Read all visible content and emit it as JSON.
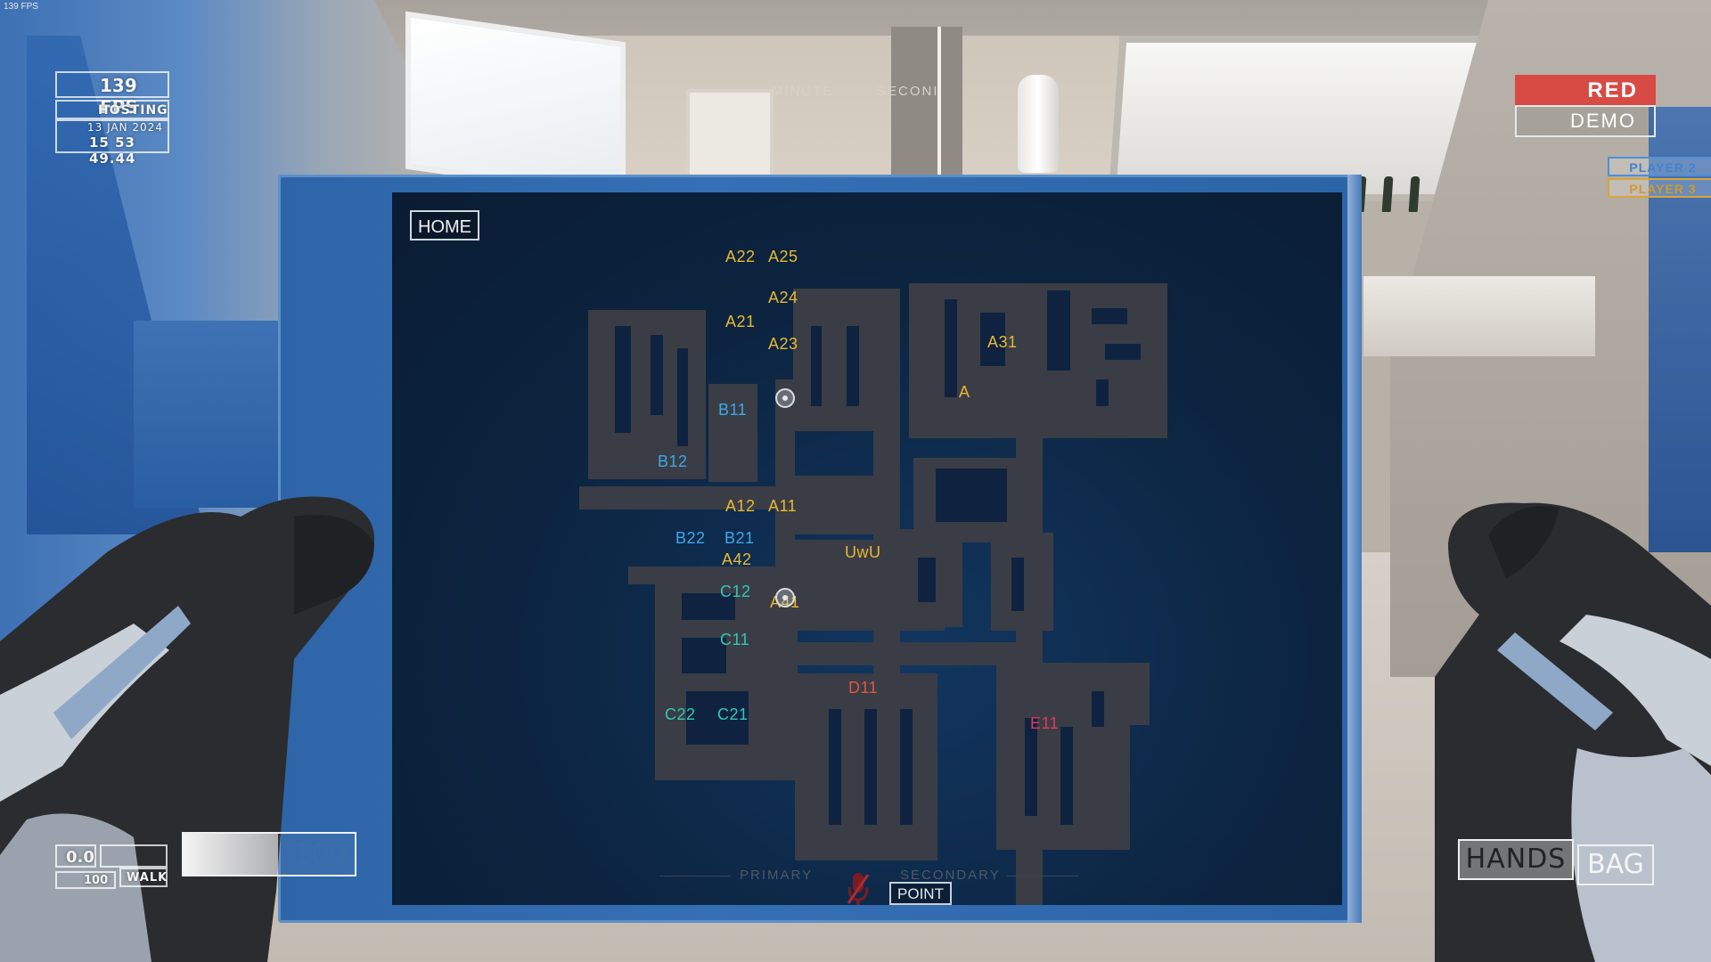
{
  "hud": {
    "tiny_fps": "139 FPS",
    "fps": "139 FPS",
    "status": "HOSTING",
    "date": "13 JAN 2024",
    "time": "15 53 49.44",
    "top_labels": {
      "minute": "MINUTE",
      "second": "SECONI"
    },
    "team": "RED",
    "mode": "DEMO",
    "players": [
      {
        "label": "PLAYER 2",
        "color": "#3f84d3"
      },
      {
        "label": "PLAYER 3",
        "color": "#cf9a2c"
      }
    ],
    "speed": "0.0",
    "speed_max": "100",
    "movement_mode": "WALK",
    "health": {
      "value": 100,
      "fraction": 0.55
    },
    "inventory": {
      "hands": "HANDS",
      "bag": "BAG"
    }
  },
  "tablet": {
    "home_button": "HOME",
    "slot_primary": "PRIMARY",
    "slot_secondary": "SECONDARY",
    "point_button": "POINT",
    "rooms": {
      "a22": "A22",
      "a25": "A25",
      "a24": "A24",
      "a21": "A21",
      "a23": "A23",
      "a31": "A31",
      "a": "A",
      "a12": "A12",
      "a11": "A11",
      "a42": "A42",
      "a41": "A41",
      "uwu": "UwU",
      "b11": "B11",
      "b12": "B12",
      "b22": "B22",
      "b21": "B21",
      "c12": "C12",
      "c11": "C11",
      "c22": "C22",
      "c21": "C21",
      "d11": "D11",
      "e11": "E11"
    },
    "colors": {
      "zone_a": "#e8b930",
      "zone_b": "#3ea6e6",
      "zone_c": "#33c8b4",
      "zone_d": "#e5553a",
      "zone_e": "#e23a55",
      "map_fill": "#3a3d45"
    }
  }
}
